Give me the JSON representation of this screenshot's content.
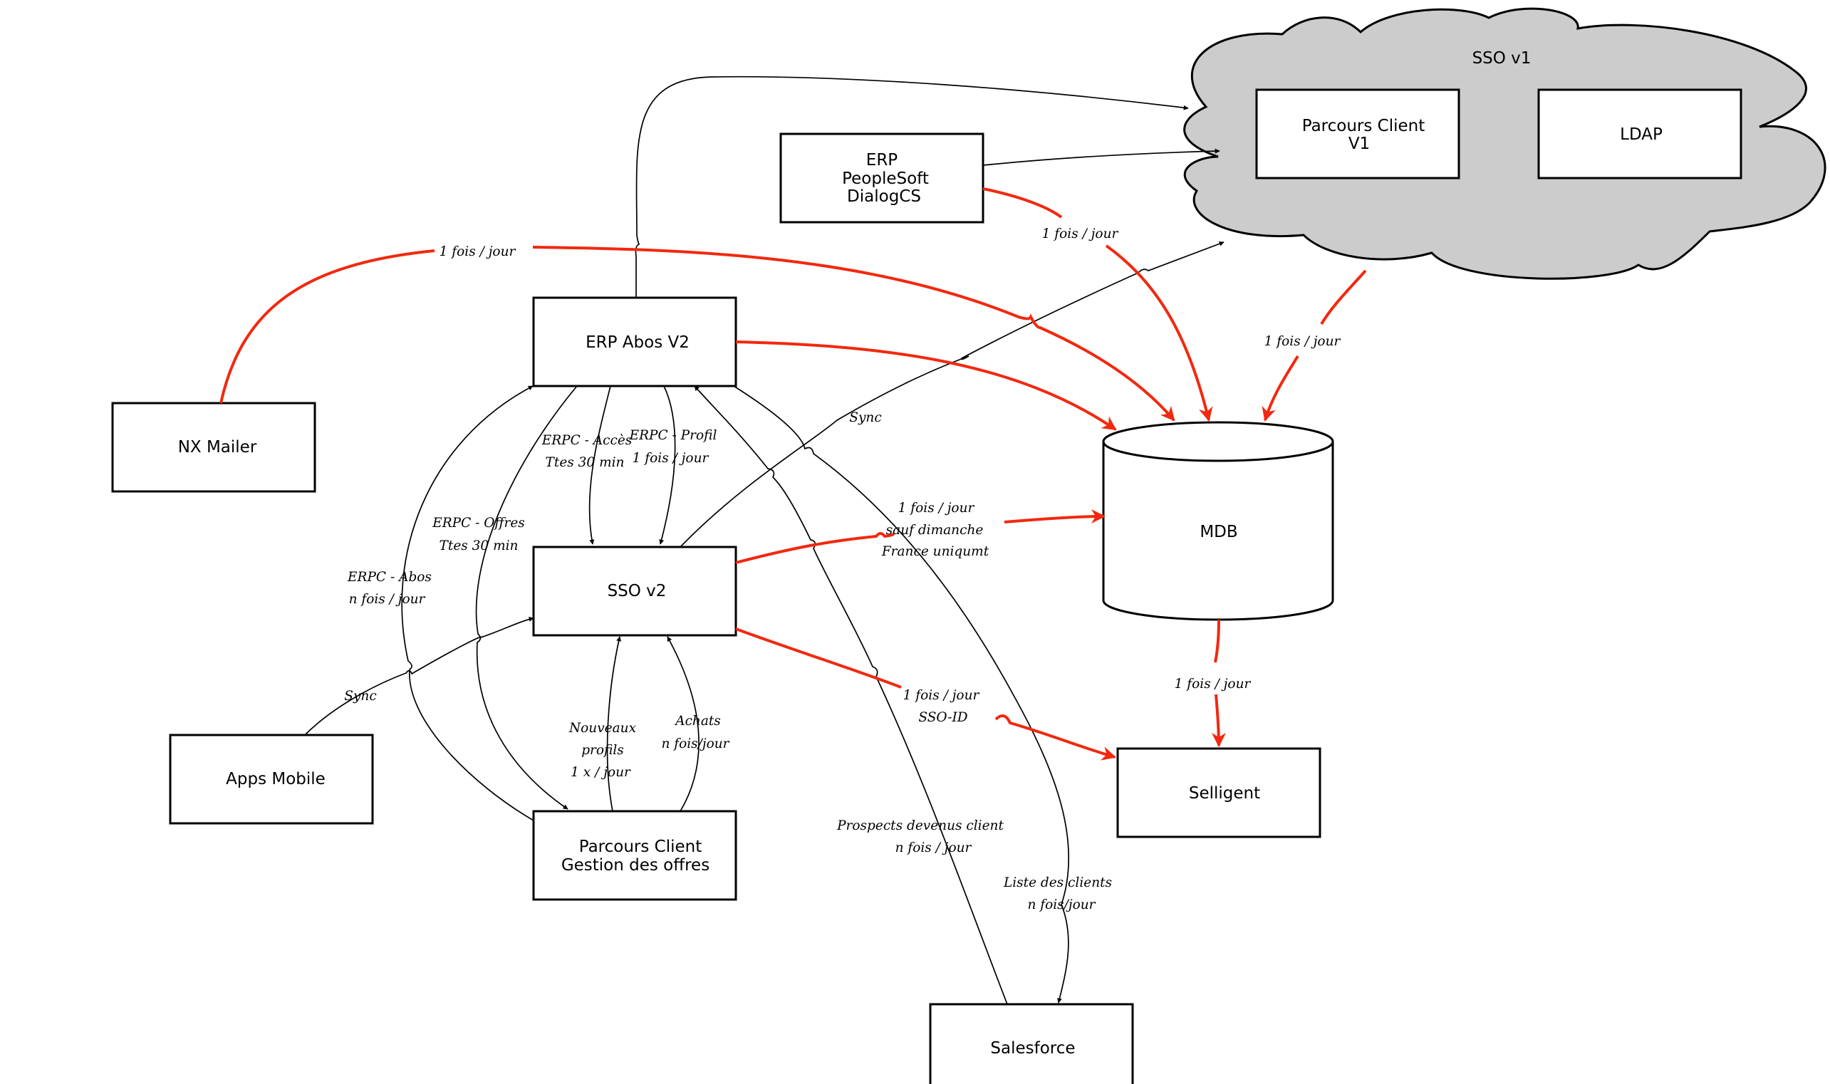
{
  "diagram": {
    "colors": {
      "red_edge": "#f2280f",
      "black_edge": "#000000",
      "cloud_fill": "#cccccc",
      "box_fill": "#ffffff"
    },
    "nodes": {
      "sso_v1": "SSO v1",
      "parcours_client_v1": [
        "Parcours Client",
        "V1"
      ],
      "ldap": "LDAP",
      "erp_peoplesoft": [
        "ERP",
        "PeopleSoft",
        "DialogCS"
      ],
      "erp_abos_v2": "ERP Abos V2",
      "nx_mailer": "NX Mailer",
      "mdb": "MDB",
      "sso_v2": "SSO v2",
      "apps_mobile": "Apps Mobile",
      "parcours_client_go": [
        "Parcours Client",
        "Gestion des offres"
      ],
      "selligent": "Selligent",
      "salesforce": "Salesforce"
    },
    "edge_labels": {
      "nx_to_mdb": "1 fois / jour",
      "erp_ps_to_mdb": "1 fois / jour",
      "ssov1_to_mdb": "1 fois / jour",
      "ssov2_to_ssov1": "Sync",
      "erpc_acces": [
        "ERPC - Accès",
        "Ttes 30 min"
      ],
      "erpc_profil": [
        "ERPC - Profil",
        "1 fois / jour"
      ],
      "erpc_offres": [
        "ERPC - Offres",
        "Ttes 30 min"
      ],
      "erpc_abos": [
        "ERPC - Abos",
        "n fois / jour"
      ],
      "ssov2_to_mdb": [
        "1 fois / jour",
        "sauf dimanche",
        "France uniqumt"
      ],
      "ssov2_to_selligent": [
        "1 fois / jour",
        "SSO-ID"
      ],
      "mdb_to_selligent": "1 fois / jour",
      "apps_sync": "Sync",
      "nouveaux_profils": [
        "Nouveaux",
        "profils",
        "1 x / jour"
      ],
      "achats": [
        "Achats",
        "n fois/jour"
      ],
      "prospects": [
        "Prospects devenus client",
        "n fois / jour"
      ],
      "liste_clients": [
        "Liste des clients",
        "n fois/jour"
      ]
    }
  }
}
